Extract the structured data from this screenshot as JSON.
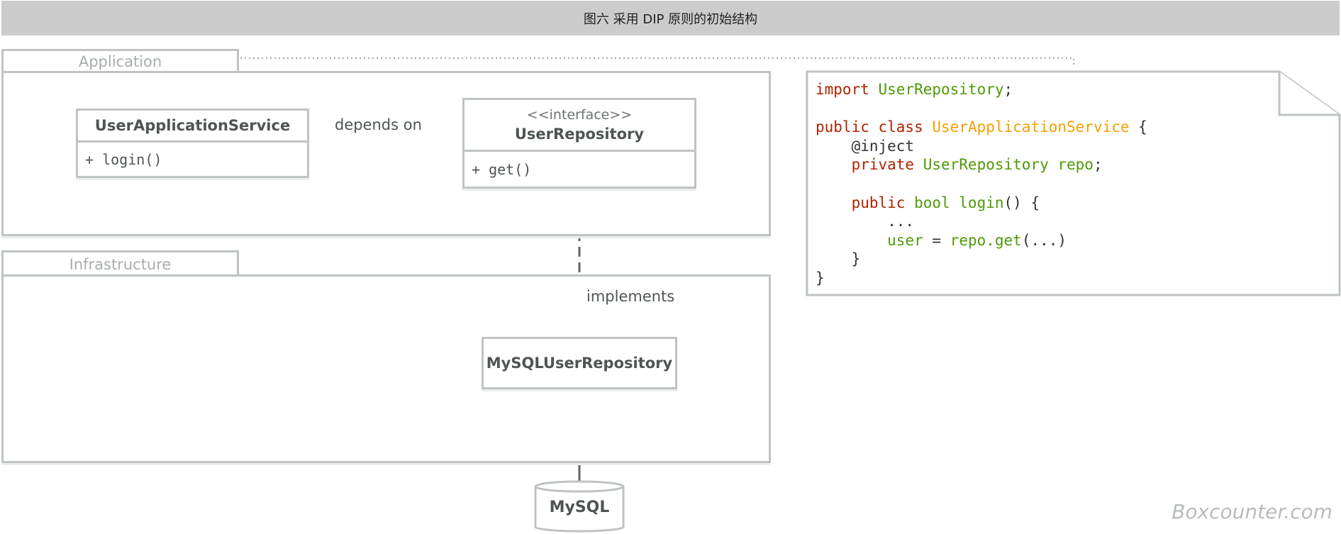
{
  "title": "图六 采用 DIP 原则的初始结构",
  "packages": {
    "application": "Application",
    "infrastructure": "Infrastructure"
  },
  "classes": {
    "user_app_service": {
      "name": "UserApplicationService",
      "member": "+ login()"
    },
    "user_repository": {
      "stereotype": "<<interface>>",
      "name": "UserRepository",
      "member": "+ get()"
    },
    "mysql_user_repository": {
      "name": "MySQLUserRepository"
    }
  },
  "relations": {
    "depends_on": "depends on",
    "implements": "implements"
  },
  "database": {
    "name": "MySQL"
  },
  "code_note": {
    "lines": [
      [
        {
          "t": "import ",
          "c": "kw"
        },
        {
          "t": "UserRepository",
          "c": "ty"
        },
        {
          "t": ";",
          "c": "pl"
        }
      ],
      [],
      [
        {
          "t": "public class ",
          "c": "kw"
        },
        {
          "t": "UserApplicationService",
          "c": "nm"
        },
        {
          "t": " {",
          "c": "pl"
        }
      ],
      [
        {
          "t": "    @inject",
          "c": "pl"
        }
      ],
      [
        {
          "t": "    private ",
          "c": "kw"
        },
        {
          "t": "UserRepository repo",
          "c": "ty"
        },
        {
          "t": ";",
          "c": "pl"
        }
      ],
      [],
      [
        {
          "t": "    public ",
          "c": "kw"
        },
        {
          "t": "bool login",
          "c": "ty"
        },
        {
          "t": "() {",
          "c": "pl"
        }
      ],
      [
        {
          "t": "        ...",
          "c": "pl"
        }
      ],
      [
        {
          "t": "        ",
          "c": "pl"
        },
        {
          "t": "user",
          "c": "ty"
        },
        {
          "t": " = ",
          "c": "pl"
        },
        {
          "t": "repo.get",
          "c": "ty"
        },
        {
          "t": "(...)",
          "c": "pl"
        }
      ],
      [
        {
          "t": "    }",
          "c": "pl"
        }
      ],
      [
        {
          "t": "}",
          "c": "pl"
        }
      ]
    ]
  },
  "watermark": "Boxcounter.com",
  "colors": {
    "keyword": "#b22200",
    "type": "#4e9a06",
    "class_name": "#f5a000",
    "border": "#bfc3c3",
    "title_bg": "#cccccc"
  }
}
